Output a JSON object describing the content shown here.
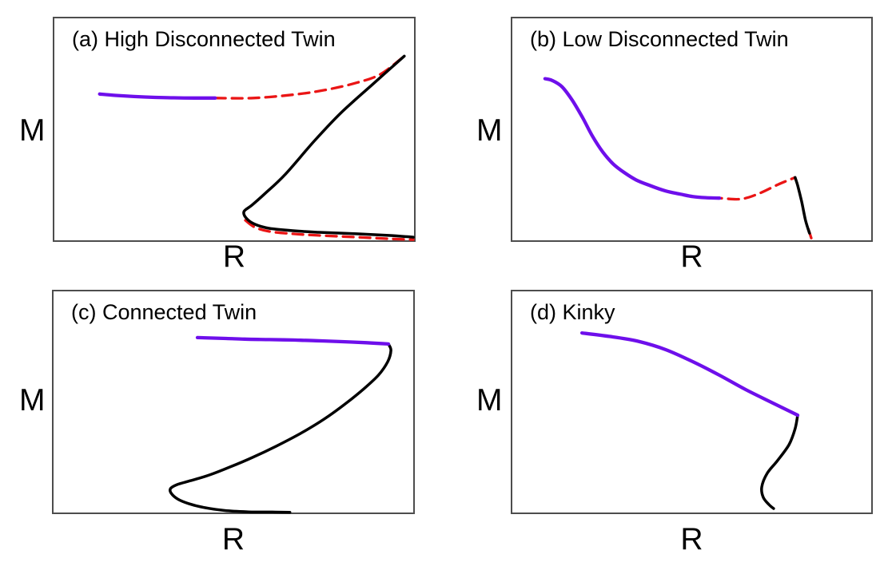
{
  "styles": {
    "purple": "#6E0FEB",
    "red": "#EA1515",
    "black": "#000000",
    "frame": "#4d4d4d"
  },
  "chart_data": [
    {
      "id": "a",
      "type": "line",
      "title": "(a) High Disconnected Twin",
      "xlabel": "R",
      "ylabel": "M",
      "axis_ticks": "none",
      "grid": false,
      "legend": "none",
      "coords": "normalized-0-1 (x right, y up), schematic axes without units",
      "series": [
        {
          "name": "upper-unstable-branch-red-dashed",
          "color_key": "red",
          "dash": "dashed",
          "points": [
            [
              0.447,
              0.641
            ],
            [
              0.553,
              0.641
            ],
            [
              0.664,
              0.656
            ],
            [
              0.752,
              0.677
            ],
            [
              0.841,
              0.71
            ],
            [
              0.907,
              0.749
            ],
            [
              0.973,
              0.83
            ]
          ]
        },
        {
          "name": "lower-unstable-branch-red-dashed",
          "color_key": "red",
          "dash": "dashed",
          "points": [
            [
              0.531,
              0.09
            ],
            [
              0.556,
              0.06
            ],
            [
              0.597,
              0.04
            ],
            [
              0.664,
              0.029
            ],
            [
              0.735,
              0.022
            ],
            [
              0.841,
              0.014
            ],
            [
              0.929,
              0.007
            ],
            [
              0.998,
              0.003
            ]
          ]
        },
        {
          "name": "stable-branch-black-solid",
          "color_key": "black",
          "dash": "solid",
          "points": [
            [
              0.973,
              0.83
            ],
            [
              0.885,
              0.703
            ],
            [
              0.796,
              0.573
            ],
            [
              0.723,
              0.448
            ],
            [
              0.642,
              0.297
            ],
            [
              0.586,
              0.211
            ],
            [
              0.549,
              0.158
            ],
            [
              0.527,
              0.129
            ],
            [
              0.535,
              0.097
            ],
            [
              0.558,
              0.072
            ],
            [
              0.597,
              0.054
            ],
            [
              0.664,
              0.043
            ],
            [
              0.735,
              0.036
            ],
            [
              0.841,
              0.029
            ],
            [
              0.929,
              0.022
            ],
            [
              0.998,
              0.014
            ]
          ]
        },
        {
          "name": "twin-branch-purple-solid",
          "color_key": "purple",
          "dash": "solid",
          "points": [
            [
              0.126,
              0.659
            ],
            [
              0.17,
              0.653
            ],
            [
              0.221,
              0.648
            ],
            [
              0.28,
              0.644
            ],
            [
              0.332,
              0.642
            ],
            [
              0.39,
              0.641
            ],
            [
              0.447,
              0.641
            ]
          ]
        }
      ]
    },
    {
      "id": "b",
      "type": "line",
      "title": "(b) Low Disconnected Twin",
      "xlabel": "R",
      "ylabel": "M",
      "axis_ticks": "none",
      "grid": false,
      "legend": "none",
      "coords": "normalized-0-1 (x right, y up), schematic axes without units",
      "series": [
        {
          "name": "unstable-branch-red-dashed",
          "color_key": "red",
          "dash": "dashed",
          "points": [
            [
              0.091,
              0.728
            ],
            [
              0.111,
              0.72
            ],
            [
              0.138,
              0.692
            ],
            [
              0.167,
              0.631
            ],
            [
              0.196,
              0.552
            ],
            [
              0.223,
              0.47
            ],
            [
              0.252,
              0.398
            ],
            [
              0.281,
              0.344
            ],
            [
              0.312,
              0.305
            ],
            [
              0.345,
              0.272
            ],
            [
              0.383,
              0.247
            ],
            [
              0.428,
              0.222
            ],
            [
              0.468,
              0.208
            ],
            [
              0.503,
              0.197
            ],
            [
              0.539,
              0.192
            ],
            [
              0.577,
              0.19
            ],
            [
              0.637,
              0.186
            ],
            [
              0.688,
              0.211
            ],
            [
              0.74,
              0.251
            ],
            [
              0.788,
              0.283
            ]
          ]
        },
        {
          "name": "end-tip-red-dashed",
          "color_key": "red",
          "dash": "dashed",
          "points": [
            [
              0.825,
              0.05
            ],
            [
              0.833,
              0.01
            ]
          ]
        },
        {
          "name": "twin-branch-black-solid",
          "color_key": "black",
          "dash": "solid",
          "points": [
            [
              0.788,
              0.283
            ],
            [
              0.795,
              0.247
            ],
            [
              0.806,
              0.176
            ],
            [
              0.817,
              0.09
            ],
            [
              0.828,
              0.032
            ]
          ]
        },
        {
          "name": "stable-branch-purple-solid",
          "color_key": "purple",
          "dash": "solid",
          "points": [
            [
              0.091,
              0.728
            ],
            [
              0.111,
              0.72
            ],
            [
              0.138,
              0.692
            ],
            [
              0.167,
              0.631
            ],
            [
              0.196,
              0.552
            ],
            [
              0.223,
              0.47
            ],
            [
              0.252,
              0.398
            ],
            [
              0.281,
              0.344
            ],
            [
              0.312,
              0.305
            ],
            [
              0.345,
              0.272
            ],
            [
              0.383,
              0.247
            ],
            [
              0.428,
              0.222
            ],
            [
              0.468,
              0.208
            ],
            [
              0.503,
              0.197
            ],
            [
              0.539,
              0.192
            ],
            [
              0.577,
              0.19
            ]
          ]
        }
      ]
    },
    {
      "id": "c",
      "type": "line",
      "title": "(c) Connected Twin",
      "xlabel": "R",
      "ylabel": "M",
      "axis_ticks": "none",
      "grid": false,
      "legend": "none",
      "coords": "normalized-0-1 (x right, y up), schematic axes without units",
      "series": [
        {
          "name": "connected-branch-black-solid",
          "color_key": "black",
          "dash": "solid",
          "points": [
            [
              0.931,
              0.762
            ],
            [
              0.938,
              0.733
            ],
            [
              0.929,
              0.682
            ],
            [
              0.903,
              0.621
            ],
            [
              0.863,
              0.56
            ],
            [
              0.814,
              0.495
            ],
            [
              0.752,
              0.422
            ],
            [
              0.686,
              0.357
            ],
            [
              0.619,
              0.3
            ],
            [
              0.553,
              0.249
            ],
            [
              0.491,
              0.206
            ],
            [
              0.434,
              0.17
            ],
            [
              0.381,
              0.144
            ],
            [
              0.343,
              0.126
            ],
            [
              0.325,
              0.108
            ],
            [
              0.327,
              0.087
            ],
            [
              0.345,
              0.061
            ],
            [
              0.376,
              0.04
            ],
            [
              0.42,
              0.022
            ],
            [
              0.476,
              0.009
            ],
            [
              0.542,
              0.003
            ],
            [
              0.608,
              0.002
            ],
            [
              0.657,
              0.001
            ]
          ]
        },
        {
          "name": "stable-branch-purple-solid",
          "color_key": "purple",
          "dash": "solid",
          "points": [
            [
              0.4,
              0.791
            ],
            [
              0.48,
              0.787
            ],
            [
              0.531,
              0.784
            ],
            [
              0.6,
              0.782
            ],
            [
              0.664,
              0.78
            ],
            [
              0.73,
              0.777
            ],
            [
              0.796,
              0.773
            ],
            [
              0.87,
              0.768
            ],
            [
              0.931,
              0.762
            ]
          ]
        }
      ]
    },
    {
      "id": "d",
      "type": "line",
      "title": "(d) Kinky",
      "xlabel": "R",
      "ylabel": "M",
      "axis_ticks": "none",
      "grid": false,
      "legend": "none",
      "coords": "normalized-0-1 (x right, y up), schematic axes without units",
      "series": [
        {
          "name": "lower-branch-black-solid",
          "color_key": "black",
          "dash": "solid",
          "points": [
            [
              0.795,
              0.44
            ],
            [
              0.788,
              0.379
            ],
            [
              0.771,
              0.307
            ],
            [
              0.739,
              0.235
            ],
            [
              0.71,
              0.177
            ],
            [
              0.695,
              0.116
            ],
            [
              0.699,
              0.069
            ],
            [
              0.715,
              0.036
            ],
            [
              0.728,
              0.018
            ]
          ]
        },
        {
          "name": "kinky-branch-purple-solid",
          "color_key": "purple",
          "dash": "solid",
          "points": [
            [
              0.194,
              0.812
            ],
            [
              0.281,
              0.794
            ],
            [
              0.354,
              0.773
            ],
            [
              0.428,
              0.736
            ],
            [
              0.503,
              0.682
            ],
            [
              0.577,
              0.621
            ],
            [
              0.65,
              0.556
            ],
            [
              0.726,
              0.495
            ],
            [
              0.795,
              0.44
            ]
          ]
        }
      ]
    }
  ]
}
